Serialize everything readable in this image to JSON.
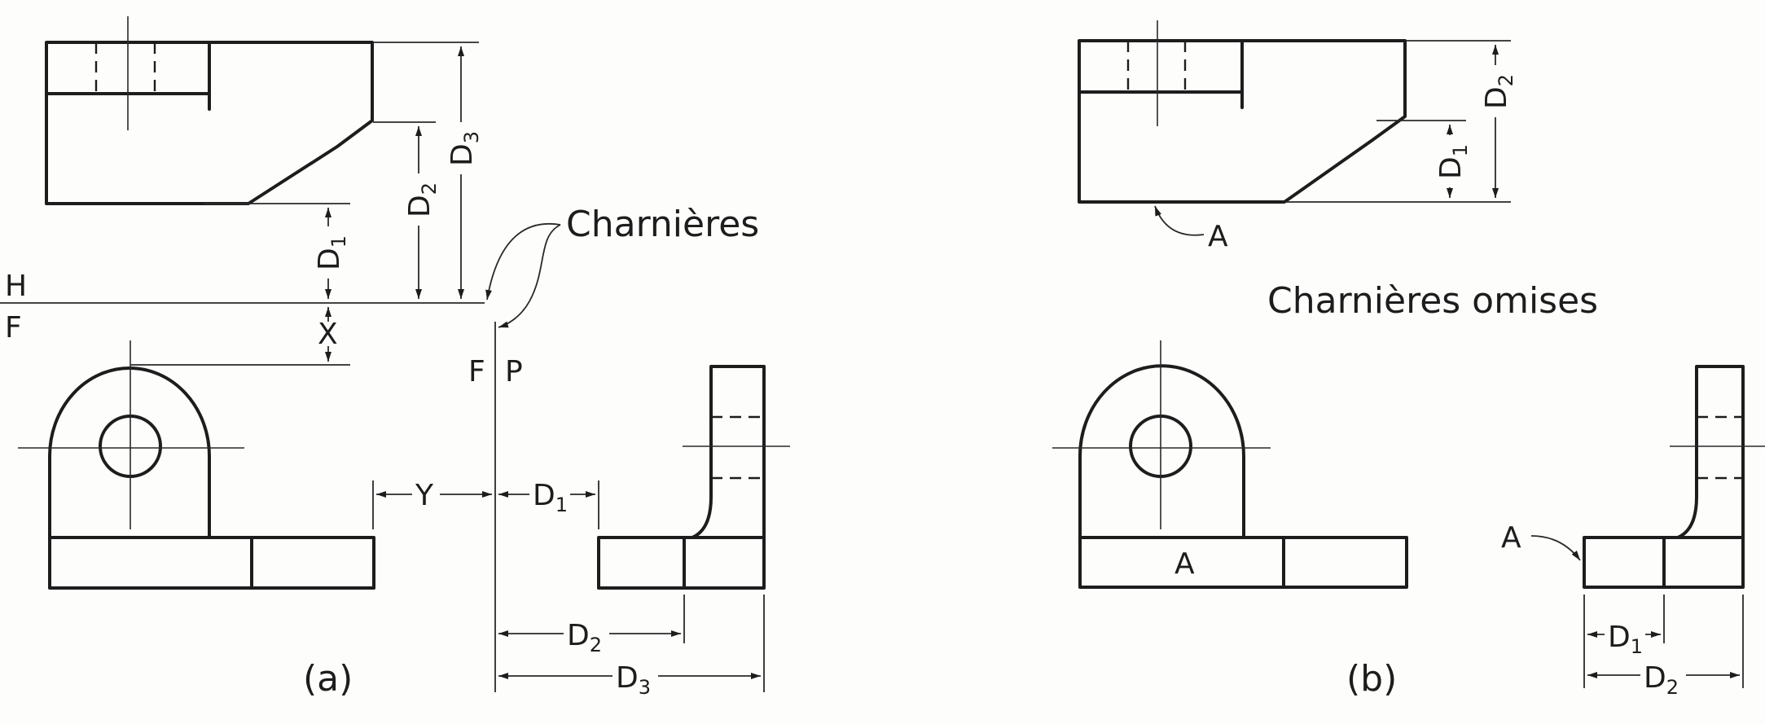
{
  "panel_a": {
    "caption": "(a)",
    "hinge_label": "Charnières",
    "h": "H",
    "f": "F",
    "fp_f": "F",
    "fp_p": "P",
    "x": "X",
    "y": "Y",
    "d": "D",
    "s1": "1",
    "s2": "2",
    "s3": "3"
  },
  "panel_b": {
    "caption": "(b)",
    "omitted_label": "Charnières omises",
    "a": "A",
    "d": "D",
    "s1": "1",
    "s2": "2"
  }
}
